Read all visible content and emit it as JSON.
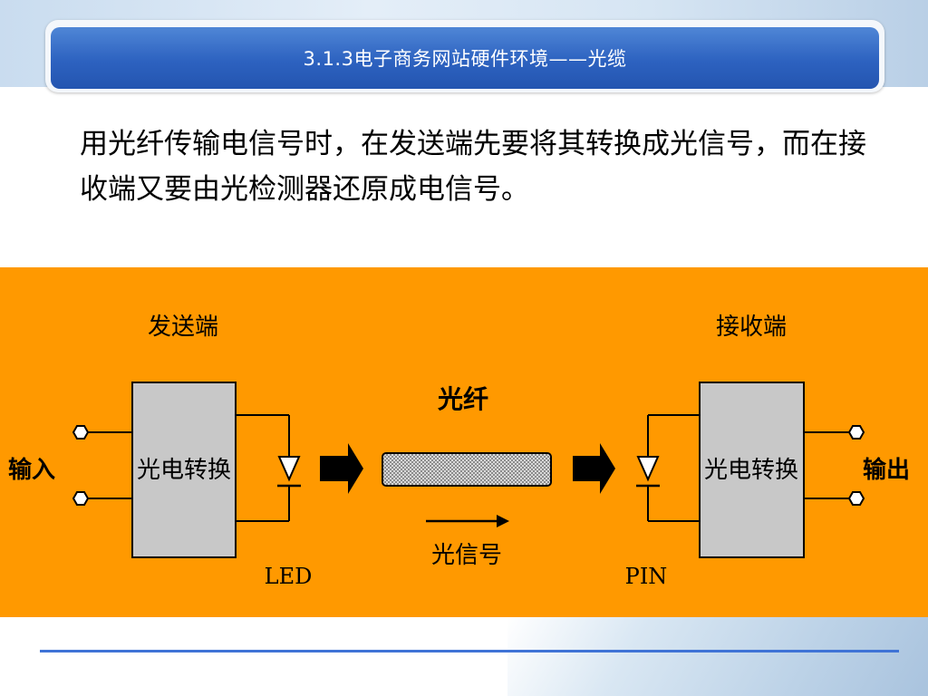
{
  "header": {
    "title": "3.1.3电子商务网站硬件环境——光缆"
  },
  "body": {
    "paragraph": "用光纤传输电信号时，在发送端先要将其转换成光信号，而在接收端又要由光检测器还原成电信号。"
  },
  "diagram": {
    "sender_label": "发送端",
    "receiver_label": "接收端",
    "fiber_label": "光纤",
    "input_label": "输入",
    "output_label": "输出",
    "left_converter_label": "光电转换",
    "right_converter_label": "光电转换",
    "led_label": "LED",
    "pin_label": "PIN",
    "signal_label": "光信号"
  },
  "colors": {
    "title_bar": "#2d62c0",
    "diagram_background": "#ff9900",
    "converter_fill": "#c8c8c8",
    "divider": "#3f73d6"
  },
  "icons": {
    "diode": "diode-icon",
    "arrow": "right-arrow-icon",
    "terminal": "terminal-icon",
    "fiber": "fiber-cable-icon"
  }
}
